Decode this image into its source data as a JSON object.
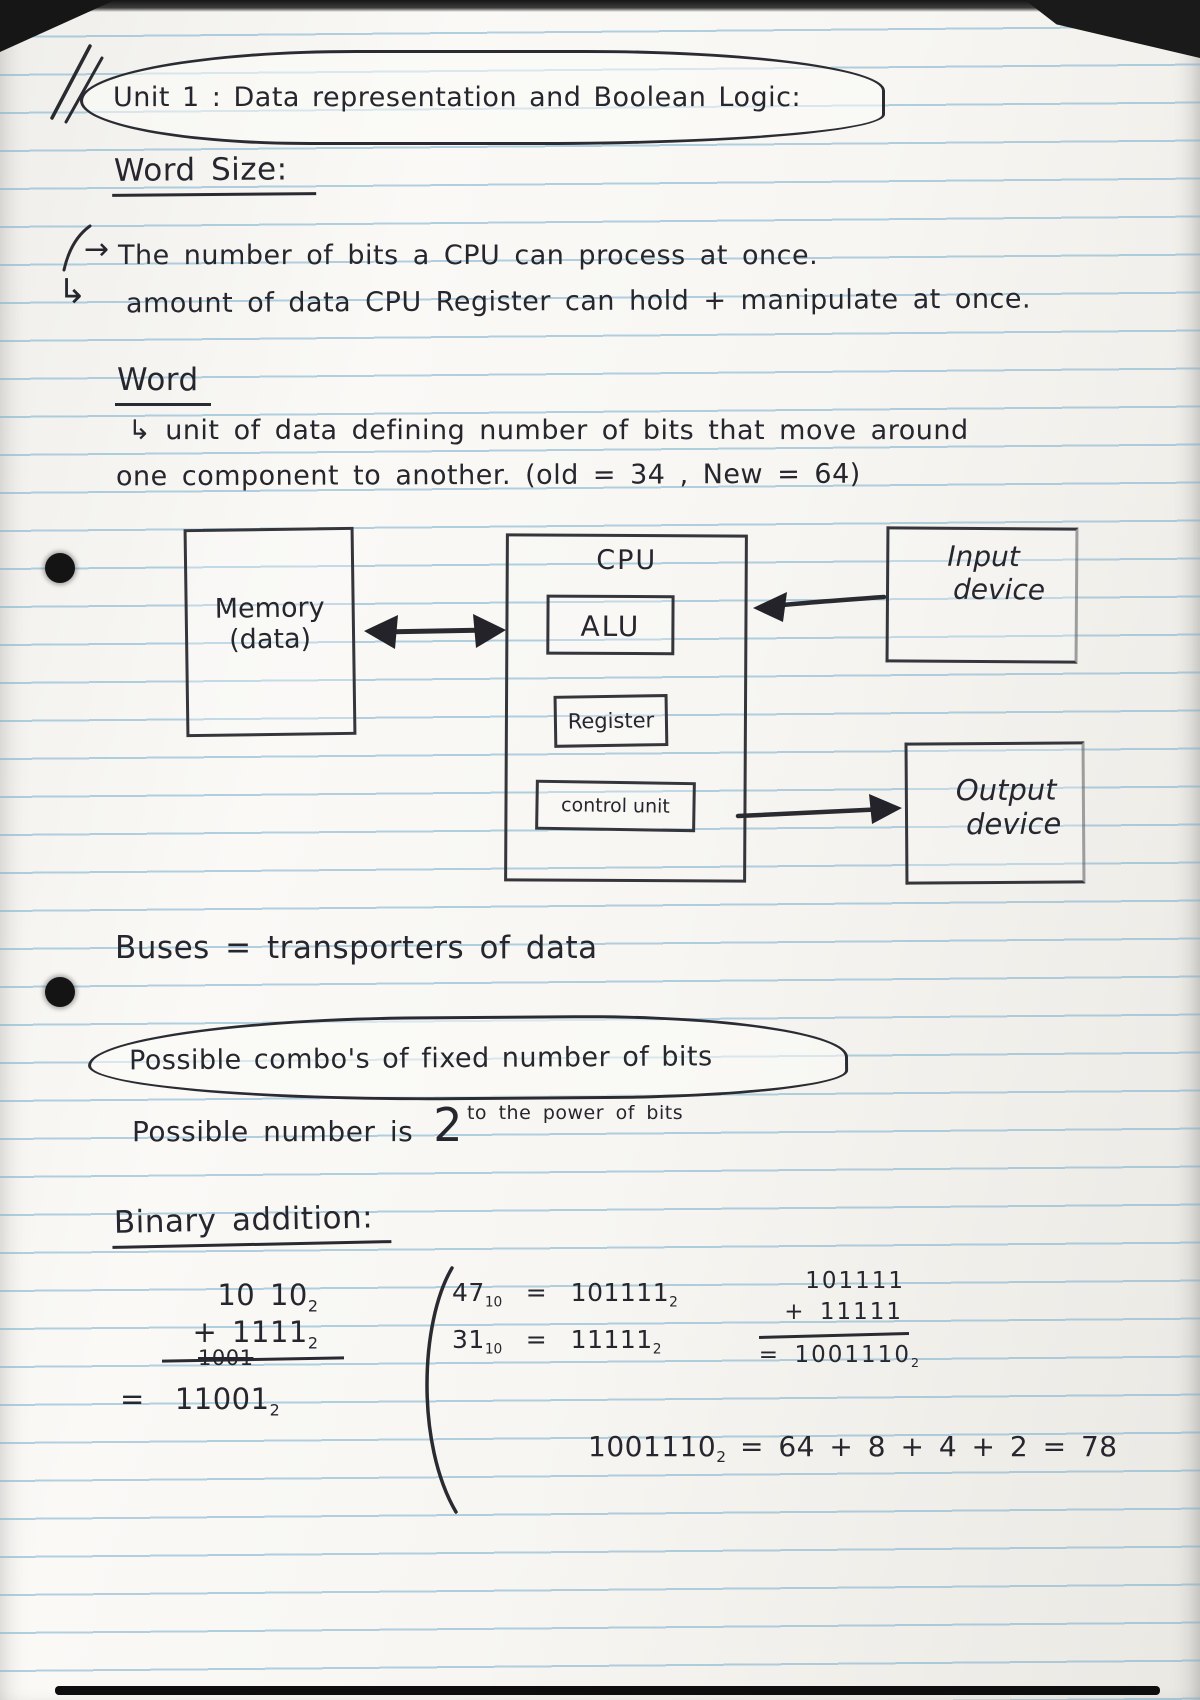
{
  "colors": {
    "ink": "#26262e",
    "rule_blue": "#76acce",
    "paper": "#f7f6f2"
  },
  "title_bubble": "Unit 1 : Data representation and Boolean Logic:",
  "markers": {
    "arrow_right": "→",
    "arrow_hook": "↳"
  },
  "word_size": {
    "heading": "Word Size:",
    "point1": "The number of bits a CPU can process at once.",
    "point2": "amount of data CPU Register can hold + manipulate at once."
  },
  "word": {
    "heading": "Word",
    "def_line1": "↳ unit of data defining number of bits that move around",
    "def_line2": "one component to another. (old = 34 , New = 64)"
  },
  "diagram": {
    "memory_line1": "Memory",
    "memory_line2": "(data)",
    "cpu": "CPU",
    "alu": "ALU",
    "register": "Register",
    "control_unit": "control unit",
    "input_line1": "Input",
    "input_line2": "device",
    "output_line1": "Output",
    "output_line2": "device"
  },
  "buses_line": "Buses = transporters of data",
  "combos_bubble": "Possible combo's of fixed number of bits",
  "possible": {
    "prefix": "Possible number is",
    "base": "2",
    "exponent": "to the power of bits"
  },
  "binary": {
    "heading": "Binary addition:",
    "ex1": {
      "row1": "10 10",
      "row1_sub": "2",
      "row2": "+ 1111",
      "row2_sub": "2",
      "carry": "1001",
      "eq": "=",
      "result": "11001",
      "result_sub": "2"
    },
    "ex2": {
      "line1_lhs": "47",
      "line1_lhs_sub": "10",
      "line1_eq": "=",
      "line1_rhs": "101111",
      "line1_rhs_sub": "2",
      "line2_lhs": "31",
      "line2_lhs_sub": "10",
      "line2_eq": "=",
      "line2_rhs": "11111",
      "line2_rhs_sub": "2"
    },
    "ex3": {
      "row1": "101111",
      "row2": "+ 11111",
      "eq": "=",
      "result": "1001110",
      "result_sub": "2"
    },
    "final": {
      "lhs": "1001110",
      "lhs_sub": "2",
      "rest": "= 64 + 8 + 4 + 2 = 78"
    }
  }
}
